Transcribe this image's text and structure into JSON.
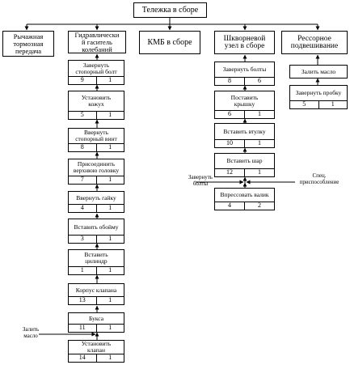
{
  "root": "Тележка в сборе",
  "categories": [
    "Рычажная\nтормозная\nпередача",
    "Гидравлически\nй гаситель\nколебаний",
    "КМБ в сборе",
    "Шкворневой\nузел в сборе",
    "Рессорное\nподвешивание"
  ],
  "col_gaser": [
    {
      "label": "Завернуть\nстопорный болт",
      "num": "9",
      "qty": "1"
    },
    {
      "label": "Установить\nкожух",
      "num": "5",
      "qty": "1"
    },
    {
      "label": "Ввернуть\nстопорный винт",
      "num": "8",
      "qty": "1"
    },
    {
      "label": "Присоединить\nверхнюю головку",
      "num": "7",
      "qty": "1"
    },
    {
      "label": "Ввернуть гайку",
      "num": "4",
      "qty": "1"
    },
    {
      "label": "Вставить обойму",
      "num": "3",
      "qty": "1"
    },
    {
      "label": "Вставить\nцилиндр",
      "num": "1",
      "qty": "1"
    },
    {
      "label": "Корпус клапана",
      "num": "13",
      "qty": "1"
    },
    {
      "label": "Букса",
      "num": "11",
      "qty": "1"
    },
    {
      "label": "Установить\nклапан",
      "num": "14",
      "qty": "1"
    }
  ],
  "col_shkvoren": [
    {
      "label": "Завернуть болты",
      "num": "8",
      "qty": "6"
    },
    {
      "label": "Поставить\nкрышку",
      "num": "6",
      "qty": "1"
    },
    {
      "label": "Вставить втулку",
      "num": "10",
      "qty": "1"
    },
    {
      "label": "Вставить шар",
      "num": "12",
      "qty": "1"
    },
    {
      "label": "Впрессовать валик",
      "num": "4",
      "qty": "2"
    }
  ],
  "col_ressor": {
    "pour": "Залить масло",
    "plug": {
      "label": "Завернуть пробку",
      "num": "5",
      "qty": "1"
    }
  },
  "notes": {
    "pour_oil": "Залить\nмасло",
    "bolts": "Завернуть\nболты",
    "fixture": "Спец.\nприспособление"
  }
}
